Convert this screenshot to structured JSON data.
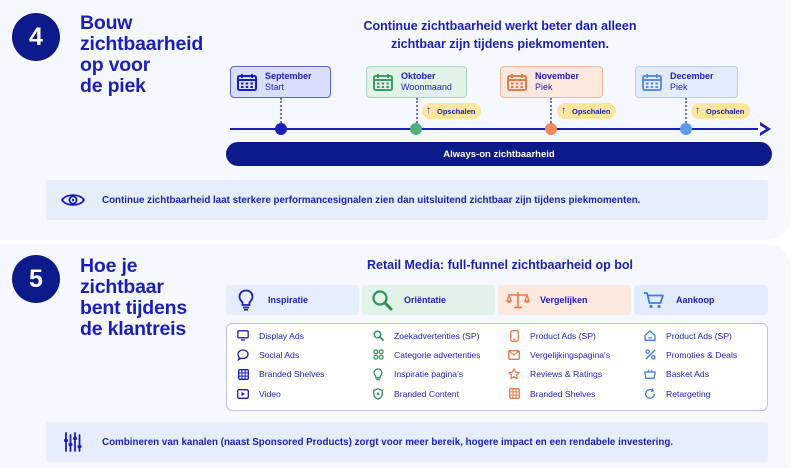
{
  "section4": {
    "number": "4",
    "title_lines": [
      "Bouw",
      "zichtbaarheid",
      "op voor",
      "de piek"
    ],
    "heading_lines": [
      "Continue zichtbaarheid werkt beter dan alleen",
      "zichtbaar zijn tijdens piekmomenten."
    ],
    "months": [
      {
        "name": "September",
        "sub": "Start",
        "bg": "#d9deff",
        "border": "#5b64d6",
        "icon": "#1a1fb8",
        "dot": "#1a1fb8"
      },
      {
        "name": "Oktober",
        "sub": "Woonmaand",
        "bg": "#e1f3e8",
        "border": "#a8d6b8",
        "icon": "#3a9c65",
        "dot": "#4fb07a"
      },
      {
        "name": "November",
        "sub": "Piek",
        "bg": "#fde8de",
        "border": "#f5b894",
        "icon": "#e8794a",
        "dot": "#f08a5b"
      },
      {
        "name": "December",
        "sub": "Piek",
        "bg": "#e3ecfc",
        "border": "#b8cdf3",
        "icon": "#5b8ee8",
        "dot": "#5b9bf0"
      }
    ],
    "scale_label": "Opschalen",
    "always_on": "Always-on zichtbaarheid",
    "info": "Continue zichtbaarheid laat sterkere performancesignalen zien dan uitsluitend zichtbaar zijn tijdens piekmomenten."
  },
  "section5": {
    "number": "5",
    "title_lines": [
      "Hoe je",
      "zichtbaar",
      "bent tijdens",
      "de klantreis"
    ],
    "heading": "Retail Media: full-funnel zichtbaarheid op bol",
    "phases": [
      {
        "label": "Inspiratie",
        "bg": "#e6edfd",
        "icon": "lightbulb-icon"
      },
      {
        "label": "Oriëntatie",
        "bg": "#e1f3e8",
        "icon": "magnifier-icon"
      },
      {
        "label": "Vergelijken",
        "bg": "#fde8de",
        "icon": "scale-icon"
      },
      {
        "label": "Aankoop",
        "bg": "#e3ecfc",
        "icon": "cart-icon"
      }
    ],
    "channels": [
      [
        {
          "label": "Display Ads",
          "icon": "monitor-icon"
        },
        {
          "label": "Social Ads",
          "icon": "chat-icon"
        },
        {
          "label": "Branded Shelves",
          "icon": "grid-icon"
        },
        {
          "label": "Video",
          "icon": "video-icon"
        }
      ],
      [
        {
          "label": "Zoekadvertenties (SP)",
          "icon": "search-icon"
        },
        {
          "label": "Categorie advertenties",
          "icon": "category-icon"
        },
        {
          "label": "Inspiratie pagina's",
          "icon": "bulb-icon"
        },
        {
          "label": "Branded Content",
          "icon": "shield-icon"
        }
      ],
      [
        {
          "label": "Product Ads (SP)",
          "icon": "phone-icon"
        },
        {
          "label": "Vergelijkingspagina's",
          "icon": "compare-icon"
        },
        {
          "label": "Reviews & Ratings",
          "icon": "star-icon"
        },
        {
          "label": "Branded Shelves",
          "icon": "grid-icon"
        }
      ],
      [
        {
          "label": "Product Ads (SP)",
          "icon": "home-icon"
        },
        {
          "label": "Promoties & Deals",
          "icon": "percent-icon"
        },
        {
          "label": "Basket Ads",
          "icon": "basket-icon"
        },
        {
          "label": "Retargeting",
          "icon": "refresh-icon"
        }
      ]
    ],
    "info": "Combineren van kanalen (naast Sponsored Products) zorgt voor meer bereik, hogere impact en een rendabele investering."
  }
}
